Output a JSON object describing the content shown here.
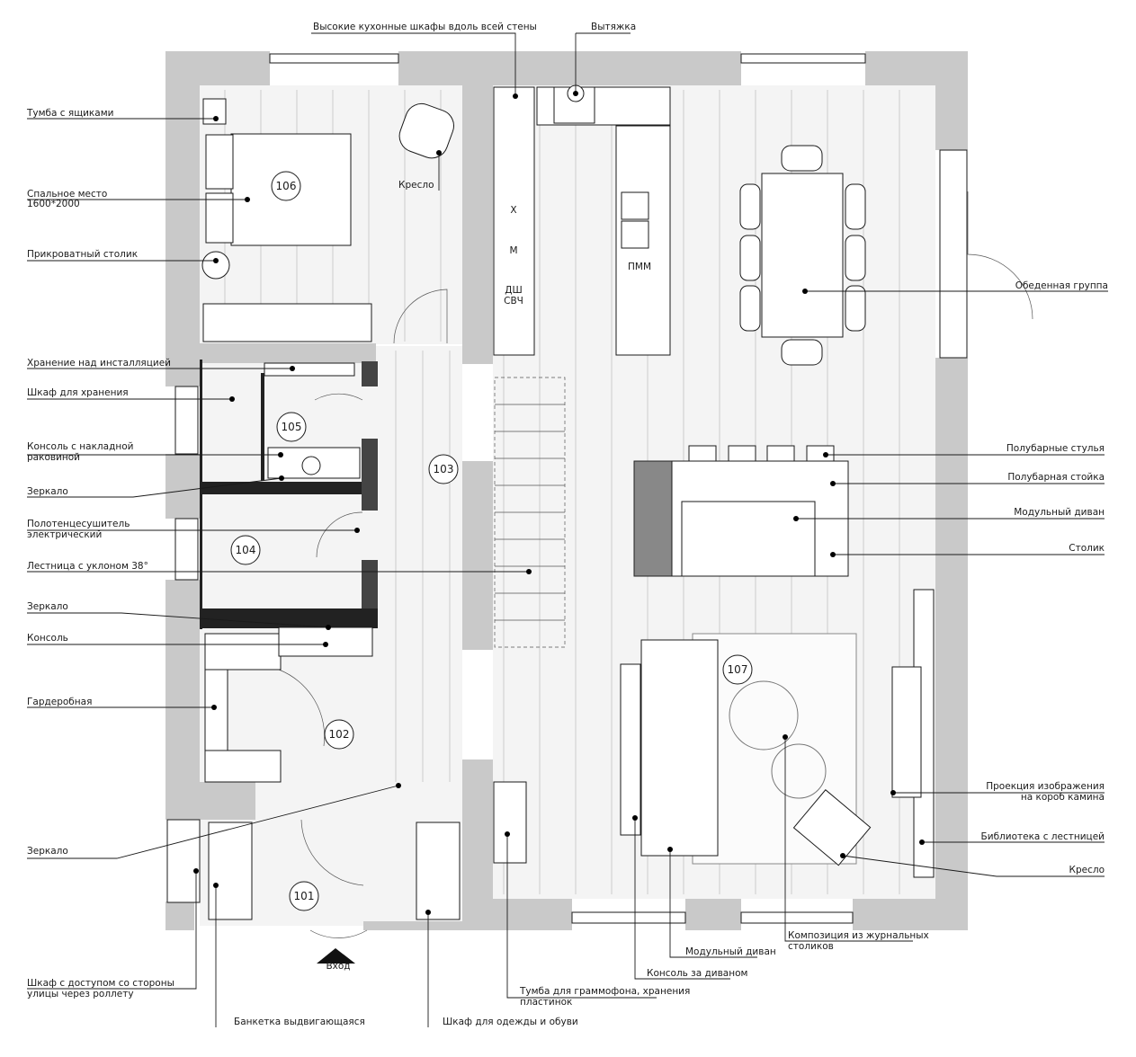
{
  "rooms": [
    {
      "num": "101"
    },
    {
      "num": "102"
    },
    {
      "num": "103"
    },
    {
      "num": "104"
    },
    {
      "num": "105"
    },
    {
      "num": "106"
    },
    {
      "num": "107"
    }
  ],
  "labels": {
    "tall_cabinets": "Высокие кухонные шкафы вдоль всей стены",
    "hood": "Вытяжка",
    "drawers_cabinet": "Тумба с ящиками",
    "bed_line1": "Спальное место",
    "bed_line2": "1600*2000",
    "armchair_top": "Кресло",
    "bedside_table": "Прикроватный столик",
    "dining_group": "Обеденная группа",
    "storage_installation": "Хранение над инсталляцией",
    "storage_cabinet": "Шкаф для хранения",
    "console_sink_line1": "Консоль с накладной",
    "console_sink_line2": "раковиной",
    "mirror1": "Зеркало",
    "towel_line1": "Полотенцесушитель",
    "towel_line2": "электрический",
    "stairs": "Лестница с уклоном 38°",
    "mirror2": "Зеркало",
    "console": "Консоль",
    "wardrobe_room": "Гардеробная",
    "mirror3": "Зеркало",
    "bar_stools": "Полубарные стулья",
    "bar_counter": "Полубарная стойка",
    "modular_sofa_r": "Модульный диван",
    "side_table": "Столик",
    "projection_line1": "Проекция изображения",
    "projection_line2": "на короб камина",
    "library": "Библиотека с лестницей",
    "armchair_r": "Кресло",
    "modular_sofa_b": "Модульный диван",
    "coffee_tables_line1": "Композиция из журнальных",
    "coffee_tables_line2": "столиков",
    "console_behind_sofa": "Консоль за диваном",
    "gramophone_line1": "Тумба для граммофона, хранения",
    "gramophone_line2": "пластинок",
    "street_cabinet_line1": "Шкаф с доступом со стороны",
    "street_cabinet_line2": "улицы через роллету",
    "bench": "Банкетка выдвигающаяся",
    "clothes_cabinet": "Шкаф для одежды и обуви",
    "entrance": "Вход",
    "appliance_h": "Х",
    "appliance_m": "М",
    "appliance_dw": "ДШ",
    "appliance_mw": "СВЧ",
    "appliance_pmm": "ПММ"
  }
}
